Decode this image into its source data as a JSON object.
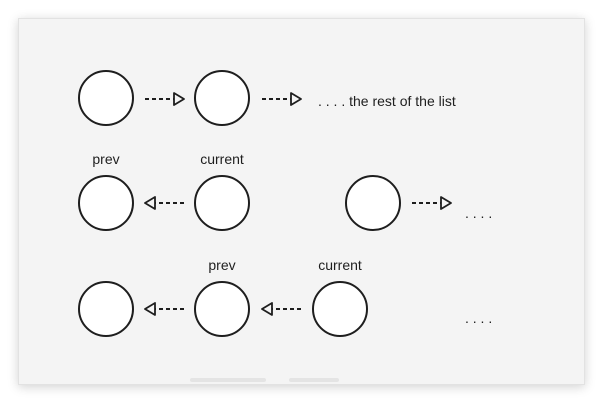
{
  "diagram": {
    "rows": [
      {
        "nodes": [
          {
            "id": "r1n1",
            "label": ""
          },
          {
            "id": "r1n2",
            "label": ""
          }
        ],
        "arrows": [
          {
            "from": "r1n1",
            "to": "r1n2",
            "direction": "forward"
          },
          {
            "from": "r1n2",
            "to": "rest",
            "direction": "forward"
          }
        ],
        "trailing_text": ". . . . the rest of the list"
      },
      {
        "nodes": [
          {
            "id": "r2n1",
            "label": "prev"
          },
          {
            "id": "r2n2",
            "label": "current"
          },
          {
            "id": "r2n3",
            "label": ""
          }
        ],
        "arrows": [
          {
            "from": "r2n2",
            "to": "r2n1",
            "direction": "backward"
          },
          {
            "from": "r2n3",
            "to": "rest",
            "direction": "forward"
          }
        ],
        "trailing_text": ". . . ."
      },
      {
        "nodes": [
          {
            "id": "r3n1",
            "label": ""
          },
          {
            "id": "r3n2",
            "label": "prev"
          },
          {
            "id": "r3n3",
            "label": "current"
          }
        ],
        "arrows": [
          {
            "from": "r3n2",
            "to": "r3n1",
            "direction": "backward"
          },
          {
            "from": "r3n3",
            "to": "r3n2",
            "direction": "backward"
          }
        ],
        "trailing_text": ". . . ."
      }
    ],
    "colors": {
      "background": "#f4f4f4",
      "stroke": "#1e1e1e",
      "node_fill": "#ffffff"
    }
  }
}
